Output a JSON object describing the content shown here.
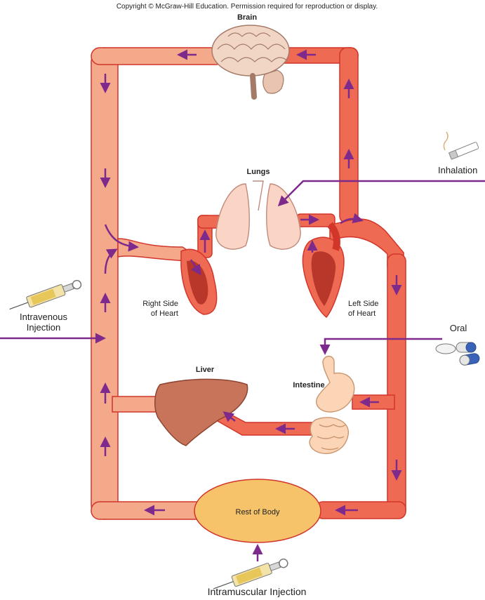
{
  "copyright": "Copyright © McGraw-Hill Education. Permission required for reproduction or display.",
  "organs": {
    "brain": "Brain",
    "lungs": "Lungs",
    "right_heart": [
      "Right Side",
      "of Heart"
    ],
    "left_heart": [
      "Left Side",
      "of Heart"
    ],
    "liver": "Liver",
    "intestine": "Intestine",
    "rest_of_body": "Rest of Body"
  },
  "routes": {
    "inhalation": "Inhalation",
    "oral": "Oral",
    "intravenous": [
      "Intravenous",
      "Injection"
    ],
    "intramuscular": "Intramuscular Injection"
  },
  "colors": {
    "venous": "#f4a98a",
    "arterial": "#ef6a52",
    "vessel_outline": "#d2352a",
    "route_arrow": "#7d2a8c",
    "liver": "#c8745a",
    "intestine": "#fbd5b5",
    "lungs": "#fad4c4",
    "body_ellipse": "#f6c36b",
    "brain": "#f1d6c6"
  }
}
